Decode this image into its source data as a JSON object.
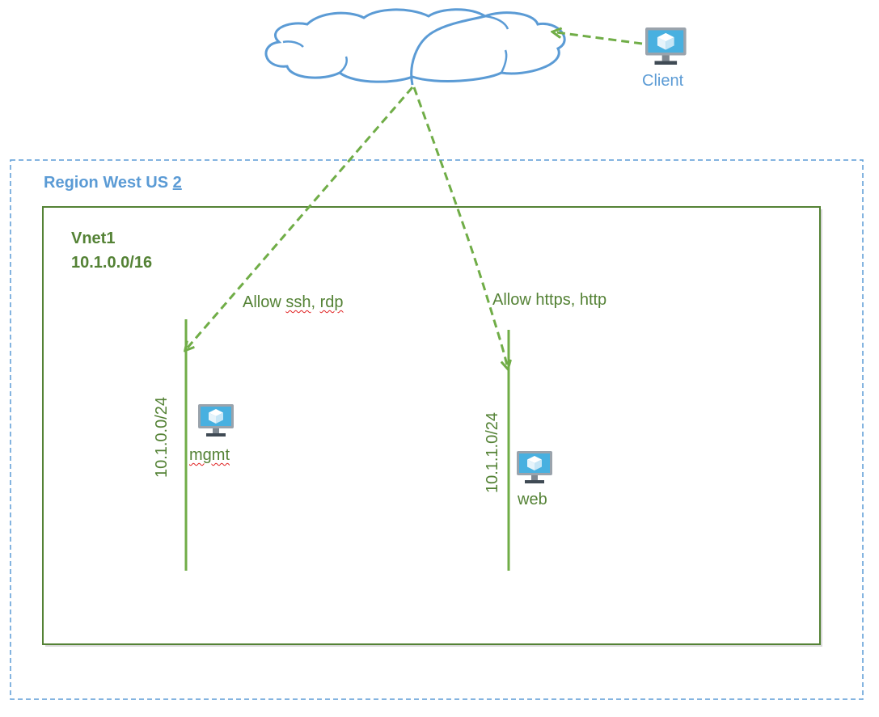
{
  "region": {
    "label_main": "Region West US ",
    "label_suffix": "2"
  },
  "vnet": {
    "name": "Vnet1",
    "cidr": "10.1.0.0/16"
  },
  "subnets": [
    {
      "cidr": "10.1.0.0/24",
      "vm_label": "mgmt",
      "rule_prefix": "Allow ",
      "rule_a": "ssh",
      "rule_sep": ", ",
      "rule_b": "rdp"
    },
    {
      "cidr": "10.1.1.0/24",
      "vm_label": "web",
      "rule": "Allow https, http"
    }
  ],
  "client": {
    "label": "Client"
  },
  "colors": {
    "region_border": "#5b9bd5",
    "vnet_border": "#548235",
    "subnet_line": "#70ad47",
    "arrow": "#70ad47",
    "cloud_stroke": "#5b9bd5",
    "vm_screen": "#48b0e0",
    "vm_frame": "#9aa3ac"
  },
  "icons": {
    "vm": "virtual-machine-icon",
    "cloud": "internet-cloud-icon"
  }
}
